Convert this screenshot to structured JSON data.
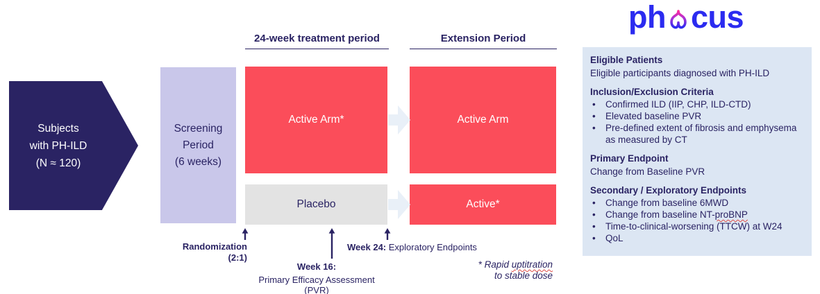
{
  "logo": {
    "pre": "ph",
    "post": "cus"
  },
  "flow": {
    "subjects": {
      "lines": [
        "Subjects",
        "with PH-ILD",
        "(N ≈ 120)"
      ]
    },
    "screening": {
      "lines": [
        "Screening",
        "Period",
        "(6 weeks)"
      ]
    },
    "treatment_header": "24-week treatment period",
    "extension_header": "Extension Period",
    "active_arm_treatment": "Active Arm*",
    "placebo": "Placebo",
    "active_arm_extension": "Active Arm",
    "active_extension": "Active*",
    "randomization": {
      "line1": "Randomization",
      "line2": "(2:1)"
    },
    "week16": {
      "bold": "Week 16:",
      "text": "Primary Efficacy Assessment (PVR)"
    },
    "week24": {
      "bold": "Week 24:",
      "text": " Exploratory Endpoints"
    },
    "footnote": {
      "prefix": "* Rapid ",
      "wavy": "uptitration",
      "line2": "to stable dose"
    }
  },
  "panel": {
    "sections": [
      {
        "heading": "Eligible Patients",
        "body": "Eligible participants diagnosed with PH-ILD"
      },
      {
        "heading": "Inclusion/Exclusion Criteria",
        "bullets": [
          [
            {
              "text": "Confirmed ILD (IIP, CHP, ILD-CTD)"
            }
          ],
          [
            {
              "text": "Elevated baseline PVR"
            }
          ],
          [
            {
              "text": "Pre-defined extent of fibrosis and emphysema as measured by CT"
            }
          ]
        ]
      },
      {
        "heading": "Primary Endpoint",
        "body": "Change from Baseline PVR"
      },
      {
        "heading": "Secondary / Exploratory Endpoints",
        "bullets": [
          [
            {
              "text": "Change from baseline 6MWD"
            }
          ],
          [
            {
              "text": "Change from baseline NT-"
            },
            {
              "text": "proBNP",
              "wavy": true
            }
          ],
          [
            {
              "text": "Time-to-clinical-worsening (TTCW) at W24"
            }
          ],
          [
            {
              "text": "QoL"
            }
          ]
        ]
      }
    ]
  },
  "colors": {
    "navy": "#2a2363",
    "coral_red": "#fb4d5a",
    "lavender": "#c9c7ea",
    "placebo_gray": "#e3e3e3",
    "flow_arrow_blue": "#e9f0f8",
    "panel_bg": "#dce6f3",
    "logo_blue": "#2b2bf0",
    "logo_pink": "#ff2b9d",
    "spellcheck_red": "#e04b45"
  }
}
